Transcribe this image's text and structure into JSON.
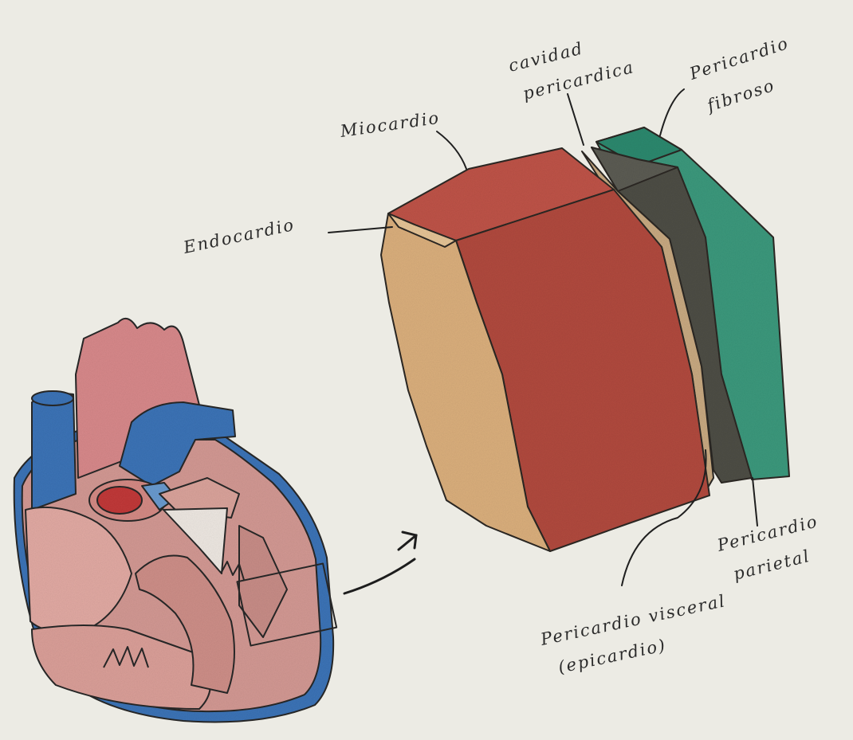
{
  "labels": {
    "miocardio": "Miocardio",
    "endocardio": "Endocardio",
    "cavidad_line1": "cavidad",
    "cavidad_line2": "pericardica",
    "fibroso_line1": "Pericardio",
    "fibroso_line2": "fibroso",
    "parietal_line1": "Pericardio",
    "parietal_line2": "parietal",
    "visceral_line1": "Pericardio visceral",
    "visceral_line2": "(epicardio)"
  },
  "colors": {
    "paper": "#ecebe4",
    "endocardio": "#dcb07e",
    "miocardio": "#b24c40",
    "cavidad": "#c9aa82",
    "pericardio_parietal": "#4f4f47",
    "pericardio_fibroso": "#3e9a7e",
    "vessels_blue": "#3c74b8",
    "heart_pink": "#d49a94"
  }
}
